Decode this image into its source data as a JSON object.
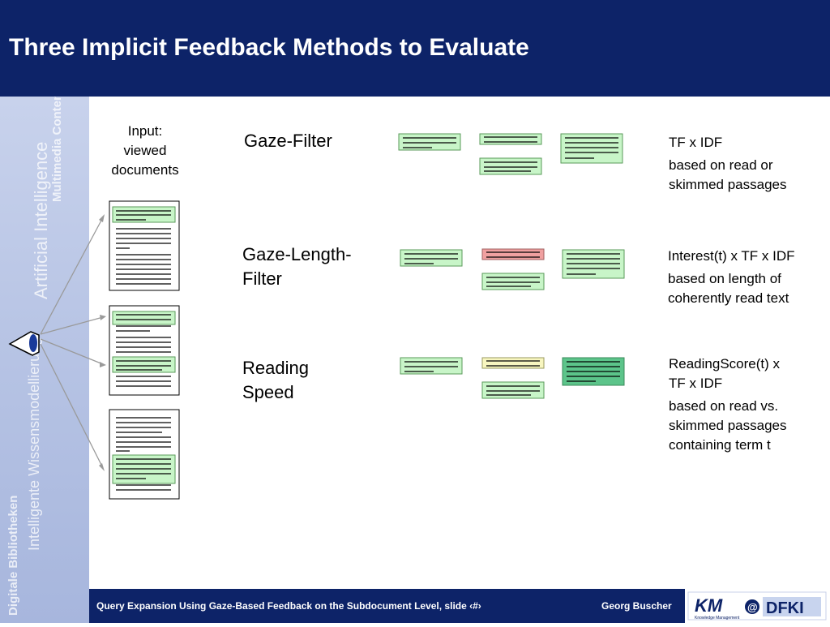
{
  "header": {
    "title": "Three Implicit Feedback Methods to Evaluate"
  },
  "input_label": {
    "line1": "Input:",
    "line2": "viewed",
    "line3": "documents"
  },
  "methods": [
    {
      "name_line1": "Gaze-Filter",
      "name_line2": "",
      "formula": "TF x IDF",
      "desc_line1": "based on read or",
      "desc_line2": "skimmed passages",
      "desc_line3": ""
    },
    {
      "name_line1": "Gaze-Length-",
      "name_line2": "Filter",
      "formula": "Interest(t) x TF x IDF",
      "desc_line1": "based on length of",
      "desc_line2": "coherently read text",
      "desc_line3": ""
    },
    {
      "name_line1": "Reading",
      "name_line2": "Speed",
      "formula_line1": "ReadingScore(t) x",
      "formula_line2": "TF x IDF",
      "desc_line1": "based on read vs.",
      "desc_line2": "skimmed passages",
      "desc_line3": "containing term t"
    }
  ],
  "footer": {
    "text": "Query Expansion Using Gaze-Based Feedback on the Subdocument Level,   slide ‹#›",
    "author": "Georg Buscher"
  },
  "logo": {
    "text": "KM@DFKI",
    "subtitle": "Knowledge Management"
  },
  "sidebar_watermark": [
    "Digitale Bibliotheken",
    "Intelligente Wissensmodellierung",
    "Artificial Intelligence",
    "Multimedia Content"
  ],
  "colors": {
    "header_bg": "#0d2368",
    "passage_green": "#c8f5c8",
    "passage_red": "#f0a0a0",
    "passage_yellow": "#f8f6c0",
    "passage_dark_green": "#5cc48a"
  }
}
